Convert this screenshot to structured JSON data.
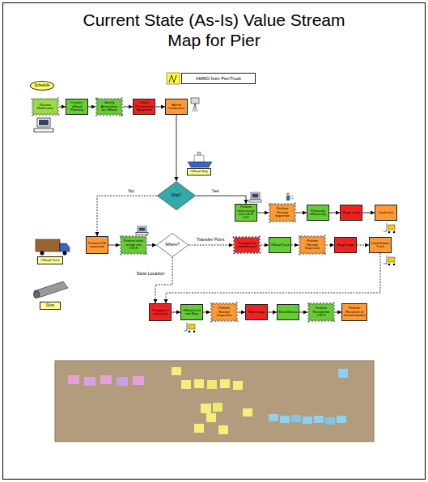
{
  "diagram": {
    "title": "Current State (As-Is) Value Stream Map for Pier",
    "nodes": [
      {
        "text": [
          "Schedule"
        ]
      },
      {
        "text": [
          "AMMO from Pier/Truck"
        ]
      },
      {
        "text": [
          "Receive Notification"
        ]
      },
      {
        "text": [
          "Conduct offload Planning"
        ]
      },
      {
        "text": [
          "Identify Ammunition for Offload"
        ]
      },
      {
        "text": [
          "Obtain Personnel & Equipment"
        ]
      },
      {
        "text": [
          "Attend Conference"
        ]
      },
      {
        "text": [
          "Offload Ship"
        ]
      },
      {
        "text": [
          "Ship?"
        ]
      },
      {
        "text": [
          "Perform initial receipt into CIS-R O/O"
        ]
      },
      {
        "text": [
          "Perform Receipt inspection"
        ]
      },
      {
        "text": [
          "Physically offload ship"
        ]
      },
      {
        "text": [
          "Stage cargo"
        ]
      },
      {
        "text": [
          "Load truck"
        ]
      },
      {
        "text": [
          "Offload Truck"
        ]
      },
      {
        "text": [
          "Perform ICE inspection"
        ]
      },
      {
        "text": [
          "Perform initial receipt into CIS-R"
        ]
      },
      {
        "text": [
          "Where?"
        ]
      },
      {
        "text": [
          "Transport to transfer point"
        ]
      },
      {
        "text": [
          "Offload Truck"
        ]
      },
      {
        "text": [
          "Perform Receipt Inspection"
        ]
      },
      {
        "text": [
          "Stage cargo"
        ]
      },
      {
        "text": [
          "Load Station Truck"
        ]
      },
      {
        "text": [
          "Stow"
        ]
      },
      {
        "text": [
          "Transport to stow point"
        ]
      },
      {
        "text": [
          "Offload truck into Mag"
        ]
      },
      {
        "text": [
          "Perform Receipt Inspection"
        ]
      },
      {
        "text": [
          "Stow Cargo"
        ]
      },
      {
        "text": [
          "Stow Material"
        ]
      },
      {
        "text": [
          "Perform Receipt into CIS-R"
        ]
      },
      {
        "text": [
          "Perform Reconcile of Documentation"
        ]
      }
    ],
    "edges": [
      {
        "from": 2,
        "to": 3,
        "arrow": "to"
      },
      {
        "from": 3,
        "to": 4,
        "arrow": "to"
      },
      {
        "from": 4,
        "to": 5,
        "arrow": "to"
      },
      {
        "from": 5,
        "to": 6,
        "arrow": "to"
      },
      {
        "from": 6,
        "to": 8,
        "arrow": "to"
      },
      {
        "from": 8,
        "to": 9,
        "label": "Yes",
        "arrow": "to"
      },
      {
        "from": 9,
        "to": 10,
        "arrow": "to"
      },
      {
        "from": 10,
        "to": 11,
        "arrow": "to"
      },
      {
        "from": 11,
        "to": 12,
        "arrow": "to"
      },
      {
        "from": 12,
        "to": 13,
        "arrow": "to"
      },
      {
        "from": 8,
        "to": 15,
        "label": "No",
        "arrow": "to"
      },
      {
        "from": 15,
        "to": 16,
        "arrow": "to"
      },
      {
        "from": 16,
        "to": 17,
        "arrow": "to"
      },
      {
        "from": 17,
        "to": 18,
        "label": "Transfer Point",
        "arrow": "to"
      },
      {
        "from": 18,
        "to": 19,
        "arrow": "to"
      },
      {
        "from": 19,
        "to": 20,
        "arrow": "to"
      },
      {
        "from": 20,
        "to": 21,
        "arrow": "to"
      },
      {
        "from": 21,
        "to": 22,
        "arrow": "to"
      },
      {
        "from": 17,
        "to": 24,
        "label": "Stow Location",
        "arrow": "to"
      },
      {
        "from": 22,
        "to": 24,
        "arrow": "to"
      },
      {
        "from": 24,
        "to": 25,
        "arrow": "to"
      },
      {
        "from": 25,
        "to": 26,
        "arrow": "to"
      },
      {
        "from": 26,
        "to": 27,
        "arrow": "to"
      },
      {
        "from": 27,
        "to": 28,
        "arrow": "to"
      },
      {
        "from": 28,
        "to": 29,
        "arrow": "to"
      },
      {
        "from": 29,
        "to": 30,
        "arrow": "to"
      }
    ]
  }
}
